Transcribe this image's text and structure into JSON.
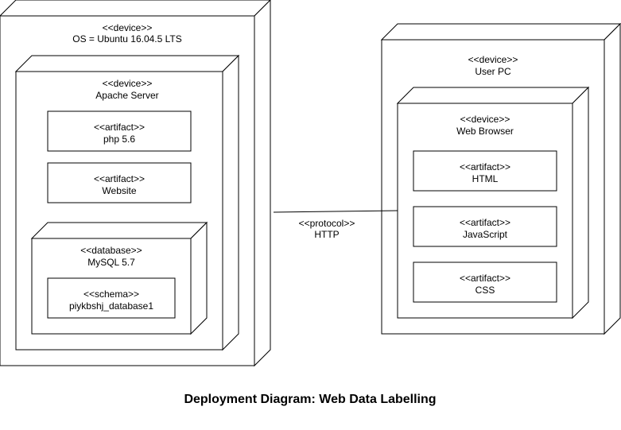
{
  "title": "Deployment Diagram: Web Data Labelling",
  "server_os": {
    "stereotype": "<<device>>",
    "name": "OS = Ubuntu 16.04.5 LTS"
  },
  "apache": {
    "stereotype": "<<device>>",
    "name": "Apache Server"
  },
  "php": {
    "stereotype": "<<artifact>>",
    "name": "php 5.6"
  },
  "website": {
    "stereotype": "<<artifact>>",
    "name": "Website"
  },
  "mysql": {
    "stereotype": "<<database>>",
    "name": "MySQL 5.7"
  },
  "schema": {
    "stereotype": "<<schema>>",
    "name": "piykbshj_database1"
  },
  "user_pc": {
    "stereotype": "<<device>>",
    "name": "User PC"
  },
  "browser": {
    "stereotype": "<<device>>",
    "name": "Web Browser"
  },
  "html": {
    "stereotype": "<<artifact>>",
    "name": "HTML"
  },
  "javascript": {
    "stereotype": "<<artifact>>",
    "name": "JavaScript"
  },
  "css": {
    "stereotype": "<<artifact>>",
    "name": "CSS"
  },
  "protocol": {
    "stereotype": "<<protocol>>",
    "name": "HTTP"
  }
}
